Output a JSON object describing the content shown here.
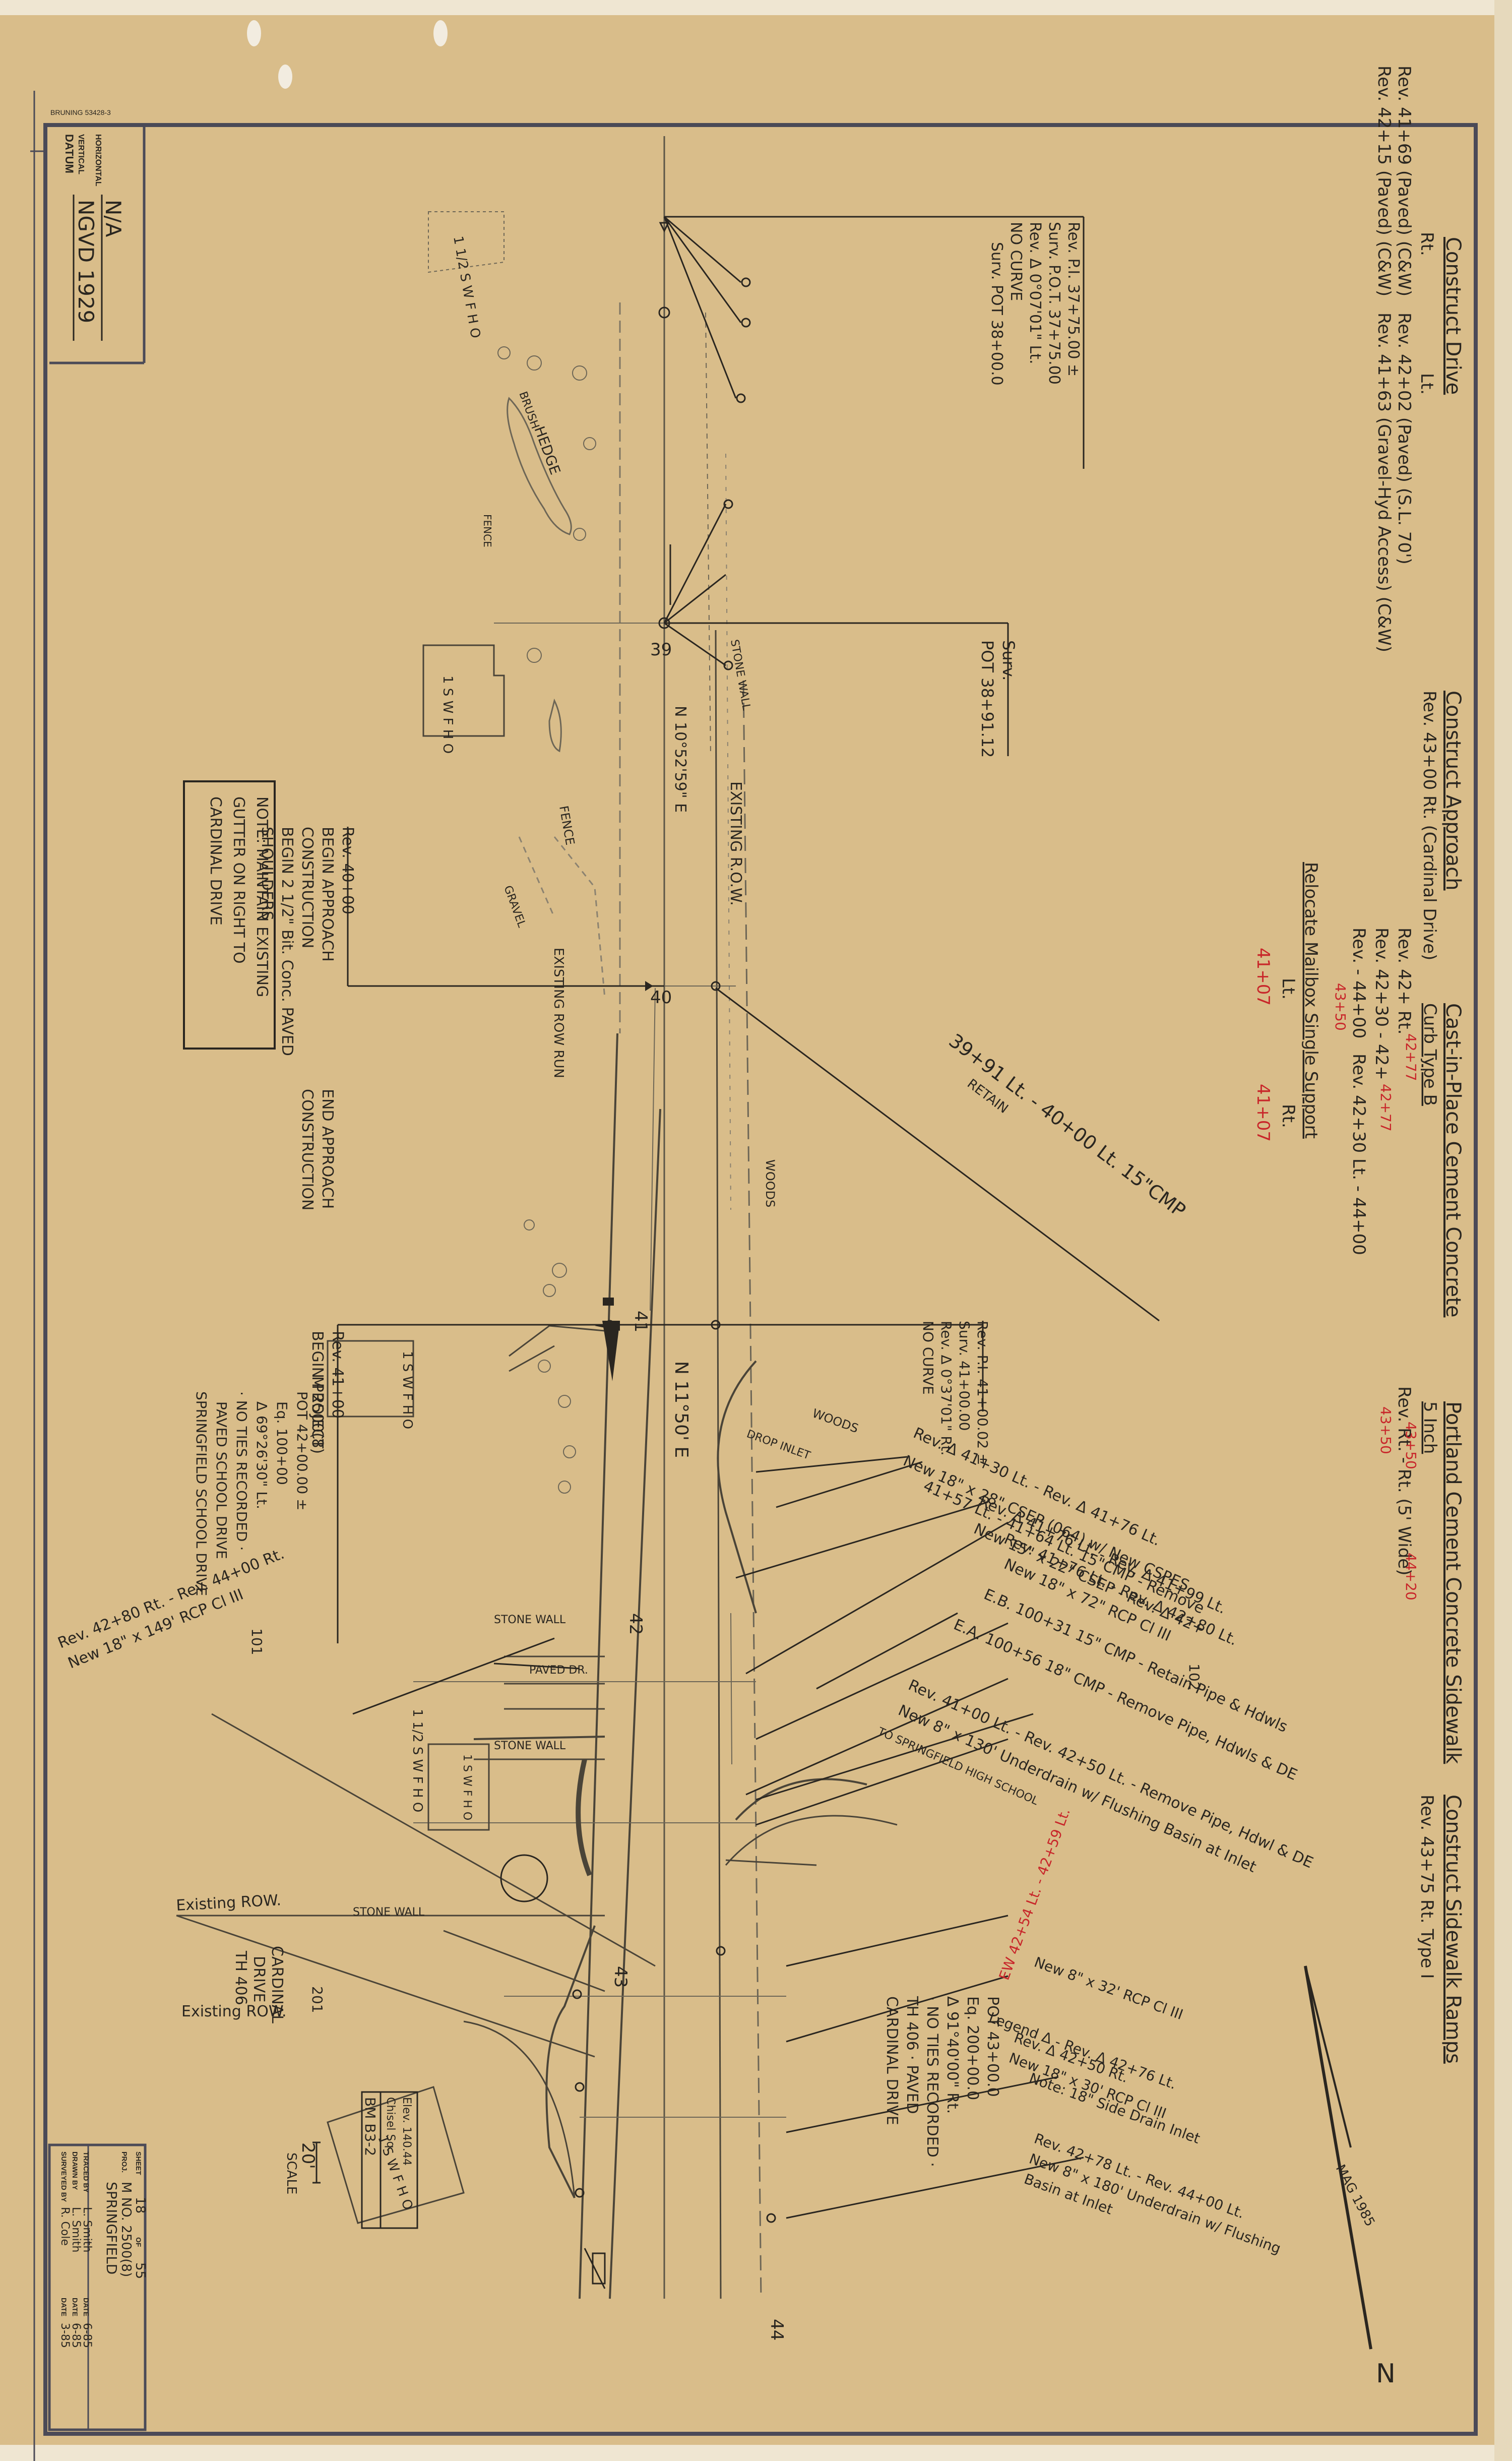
{
  "palette": {
    "paper": "#d9bd8a",
    "border": "#4b4a57",
    "ink": "#2a2620",
    "pencil": "#7f7664",
    "red_revision": "#c8262a"
  },
  "print_code": "BRUNING 53428-3",
  "datum": {
    "label": "DATUM",
    "vertical_label": "VERTICAL",
    "horizontal_label": "HORIZONTAL",
    "vertical_value": "NGVD 1929",
    "horizontal_value": "N/A"
  },
  "notes": {
    "construct_drive": {
      "title": "Construct Drive",
      "rt_label": "Rt.",
      "lt_label": "Lt.",
      "rt_lines": [
        "Rev. 41+69 (Paved) (C&W)",
        "Rev. 42+15 (Paved) (C&W)"
      ],
      "lt_lines": [
        "Rev. 42+02 (Paved) (S.L. 70')",
        "Rev. 41+63 (Gravel-Hyd Access) (C&W)"
      ]
    },
    "construct_approach": {
      "title": "Construct Approach",
      "line": "Rev. 43+00 Rt. (Cardinal Drive)"
    },
    "relocate_mailbox": {
      "title": "Relocate Mailbox Single Support",
      "lt_label": "Lt.",
      "rt_label": "Rt.",
      "lt_value_red": "41+07",
      "rt_value_red": "41+07"
    },
    "cast_in_place": {
      "title": "Cast-in-Place Cement Concrete",
      "subtitle": "Curb Type B",
      "lines": [
        "Rev. 42+ Rt.",
        "Rev. 42+30 - 42+",
        "Rev.  - 44+00",
        "Rev. 42+30 Lt. - 44+00"
      ],
      "red_values": [
        "42+77",
        "43+50",
        "42+77"
      ]
    },
    "sidewalk": {
      "title": "Portland Cement Concrete Sidewalk",
      "subtitle": "5 Inch",
      "line": "Rev.  Rt. -  Rt. (5' Wide)",
      "red_values": [
        "43+50",
        "44+20",
        "43+50"
      ]
    },
    "ramps": {
      "title": "Construct Sidewalk Ramps",
      "line": "Rev. 43+75 Rt. Type I"
    },
    "pot_38000": {
      "lines": [
        "Rev. P.I. 37+75.00 ±",
        "Surv. P.O.T. 37+75.00",
        "Rev. Δ 0°07'01\" Lt.",
        "NO CURVE",
        "Surv. POT 38+00.0"
      ]
    },
    "pot_3891": {
      "lines": [
        "Surv.",
        "POT 38+91.12"
      ]
    },
    "rev_40": {
      "lines": [
        "Rev. 40+00",
        "BEGIN APPROACH",
        "CONSTRUCTION",
        "BEGIN 2 1/2\" Bit. Conc. PAVED",
        "SHOULDERS"
      ]
    },
    "boxed_note": {
      "lines": [
        "NOTE: MAINTAIN EXISTING",
        "GUTTER ON RIGHT TO",
        "CARDINAL DRIVE"
      ]
    },
    "end_approach": {
      "lines": [
        "END APPROACH",
        "CONSTRUCTION"
      ]
    },
    "rev_41": {
      "lines": [
        "Rev. 41+00",
        "BEGIN PROJECT",
        "M 2500(8)"
      ]
    },
    "pot_42000": {
      "lines": [
        "POT 42+00.00 ±",
        "Eq. 100+00",
        "Δ 69°26'30\" Lt.",
        "· NO TIES RECORDED ·",
        "PAVED SCHOOL DRIVE",
        "SPRINGFIELD SCHOOL DRIVE"
      ]
    },
    "rev_pi_41": {
      "lines": [
        "Rev. P.I. 41+00.02 ±",
        "Surv. 41+00.00",
        "Rev. Δ 0°37'01\" Rt.",
        "NO CURVE"
      ]
    },
    "pipe_15cmp": {
      "line": "39+91 Lt. - 40+00 Lt. 15\"CMP",
      "sub": "RETAIN"
    },
    "pipe_notes": [
      "Rev. Δ 41+30 Lt. - Rev. Δ 41+76 Lt.",
      "New 18\" x 28\" CSEP (064) w/ New CSPES",
      "41+57 Lt. - 41+64 Lt. 15\"CMP - Remove",
      "Rev. Δ 41+76 Lt. - Rev. Δ 41+99 Lt.",
      "New 15\" x 22\" CSEP - Rev. Δ 42+",
      "Rev. 41+76 Lt. - Rev. Δ 42+80 Lt.",
      "New 18\" x 72\" RCP Cl III",
      "E.B. 100+31 15\" CMP - Retain Pipe & Hdwls",
      "E.A. 100+56 18\" CMP - Remove Pipe, Hdwls & DE",
      "Rev. 41+00 Lt. - Rev. 42+50 Lt. - Remove Pipe, Hdwl & DE",
      "New 8\" x 130' Underdrain w/ Flushing Basin at Inlet",
      "TO SPRINGFIELD HIGH SCHOOL"
    ],
    "rev_42_rt": {
      "lines": [
        "Rev. 42+80 Rt. - Rev. 44+00 Rt.",
        "New 18\" x 149' RCP Cl III"
      ]
    },
    "south_notes": [
      "EW 42+54 Lt. - 42+59 Lt.",
      "New 8\" x 32' RCP Cl III",
      "Legend Δ - Rev. Δ 42+76 Lt.",
      "Rev. Δ 42+50 Rt.",
      "New 18\" x 30' RCP Cl III",
      "Note: 18\" Side Drain Inlet",
      "Rev. 42+78 Lt. - Rev. 44+00 Lt.",
      "New 8\" x 180' Underdrain w/ Flushing",
      "Basin at Inlet"
    ],
    "pot_43000": {
      "lines": [
        "POT 43+00.0",
        "Eq. 200+00.0",
        "Δ 91°40'00\" Rt.",
        "· NO TIES RECORDED ·",
        "TH 406 · PAVED",
        "CARDINAL DRIVE"
      ]
    },
    "cardinal_drive": {
      "lines": [
        "CARDINAL",
        "DRIVE",
        "TH 406"
      ]
    },
    "existing_row": [
      "Existing ROW.",
      "Existing ROW."
    ],
    "mag_north": "MAG 1985"
  },
  "labels": {
    "bearing_top": "N 10°52'59\" E",
    "bearing_mid": "N 11°50' E",
    "existing_row_vertical": "EXISTING R.O.W.",
    "existing_row_run": "EXISTING ROW RUN",
    "woods": "WOODS",
    "brush": "BRUSH",
    "hedge": "HEDGE",
    "stone_wall": "STONE WALL",
    "paved_dr": "PAVED DR.",
    "gravel_dr": "GRAVEL",
    "house_top": "1 1/2 S W F H O",
    "house_2": "1 S W F H O",
    "house_3": "1 S W F H O",
    "house_4": "1 1/2 S W F H O",
    "house_5": "1 S W F H O",
    "house_6": "1 S W F H O",
    "fence": "FENCE",
    "station_39": "39",
    "station_40": "40",
    "station_41": "41",
    "station_42": "42",
    "station_43": "43",
    "station_44": "44",
    "station_101": "101",
    "station_102": "102",
    "station_201": "201",
    "bm_box": "BM B3-2",
    "bm_box_lines": [
      "Chisel Sq.",
      "Elev. 140.44"
    ],
    "flare": "DROP INLET",
    "north_letter": "N"
  },
  "scale": {
    "value": "20'",
    "label": "SCALE"
  },
  "title_block": {
    "surveyed_by_label": "SURVEYED BY",
    "drawn_by_label": "DRAWN BY",
    "traced_by_label": "TRACED BY",
    "date_label": "DATE",
    "surveyed_by": "R. Cole",
    "drawn_by": "L. Smith",
    "traced_by": "L. Smith",
    "surveyed_date": "3-85",
    "drawn_date": "6-85",
    "traced_date": "6-85",
    "place": "SPRINGFIELD",
    "proj_label": "PROJ.",
    "proj": "M NO. 2500(8)",
    "sheet_label": "SHEET",
    "sheet": "18",
    "of_label": "OF",
    "sheet_total": "55"
  }
}
